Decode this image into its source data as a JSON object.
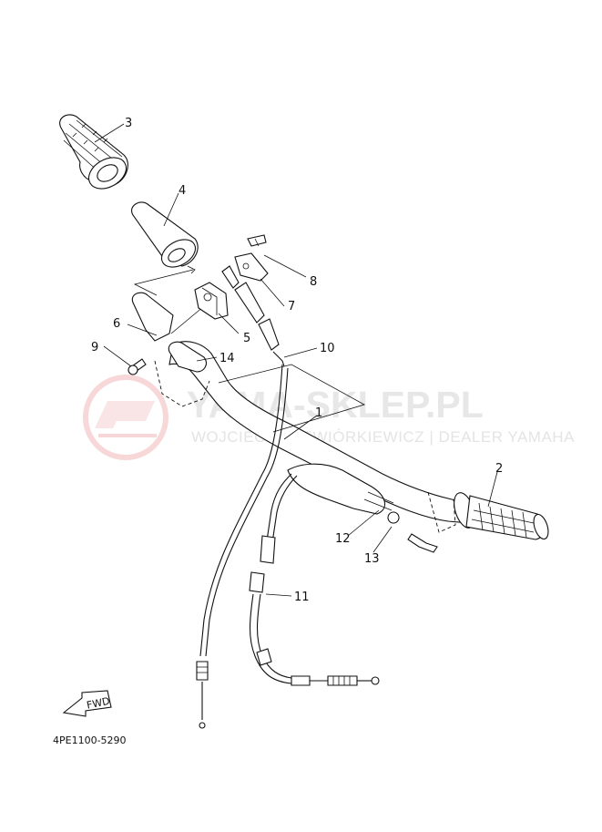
{
  "diagram": {
    "part_code": "4PE1100-5290",
    "fwd_label": "FWD",
    "callouts": [
      "1",
      "2",
      "3",
      "4",
      "5",
      "6",
      "7",
      "8",
      "9",
      "10",
      "11",
      "12",
      "13",
      "14"
    ]
  },
  "watermark": {
    "title": "YAMA-SKLEP.PL",
    "subtitle": "WOJCIECH WIEWIÓRKIEWICZ | DEALER YAMAHA",
    "color": "#e2e2e2",
    "logo_color": "#f4caca"
  }
}
